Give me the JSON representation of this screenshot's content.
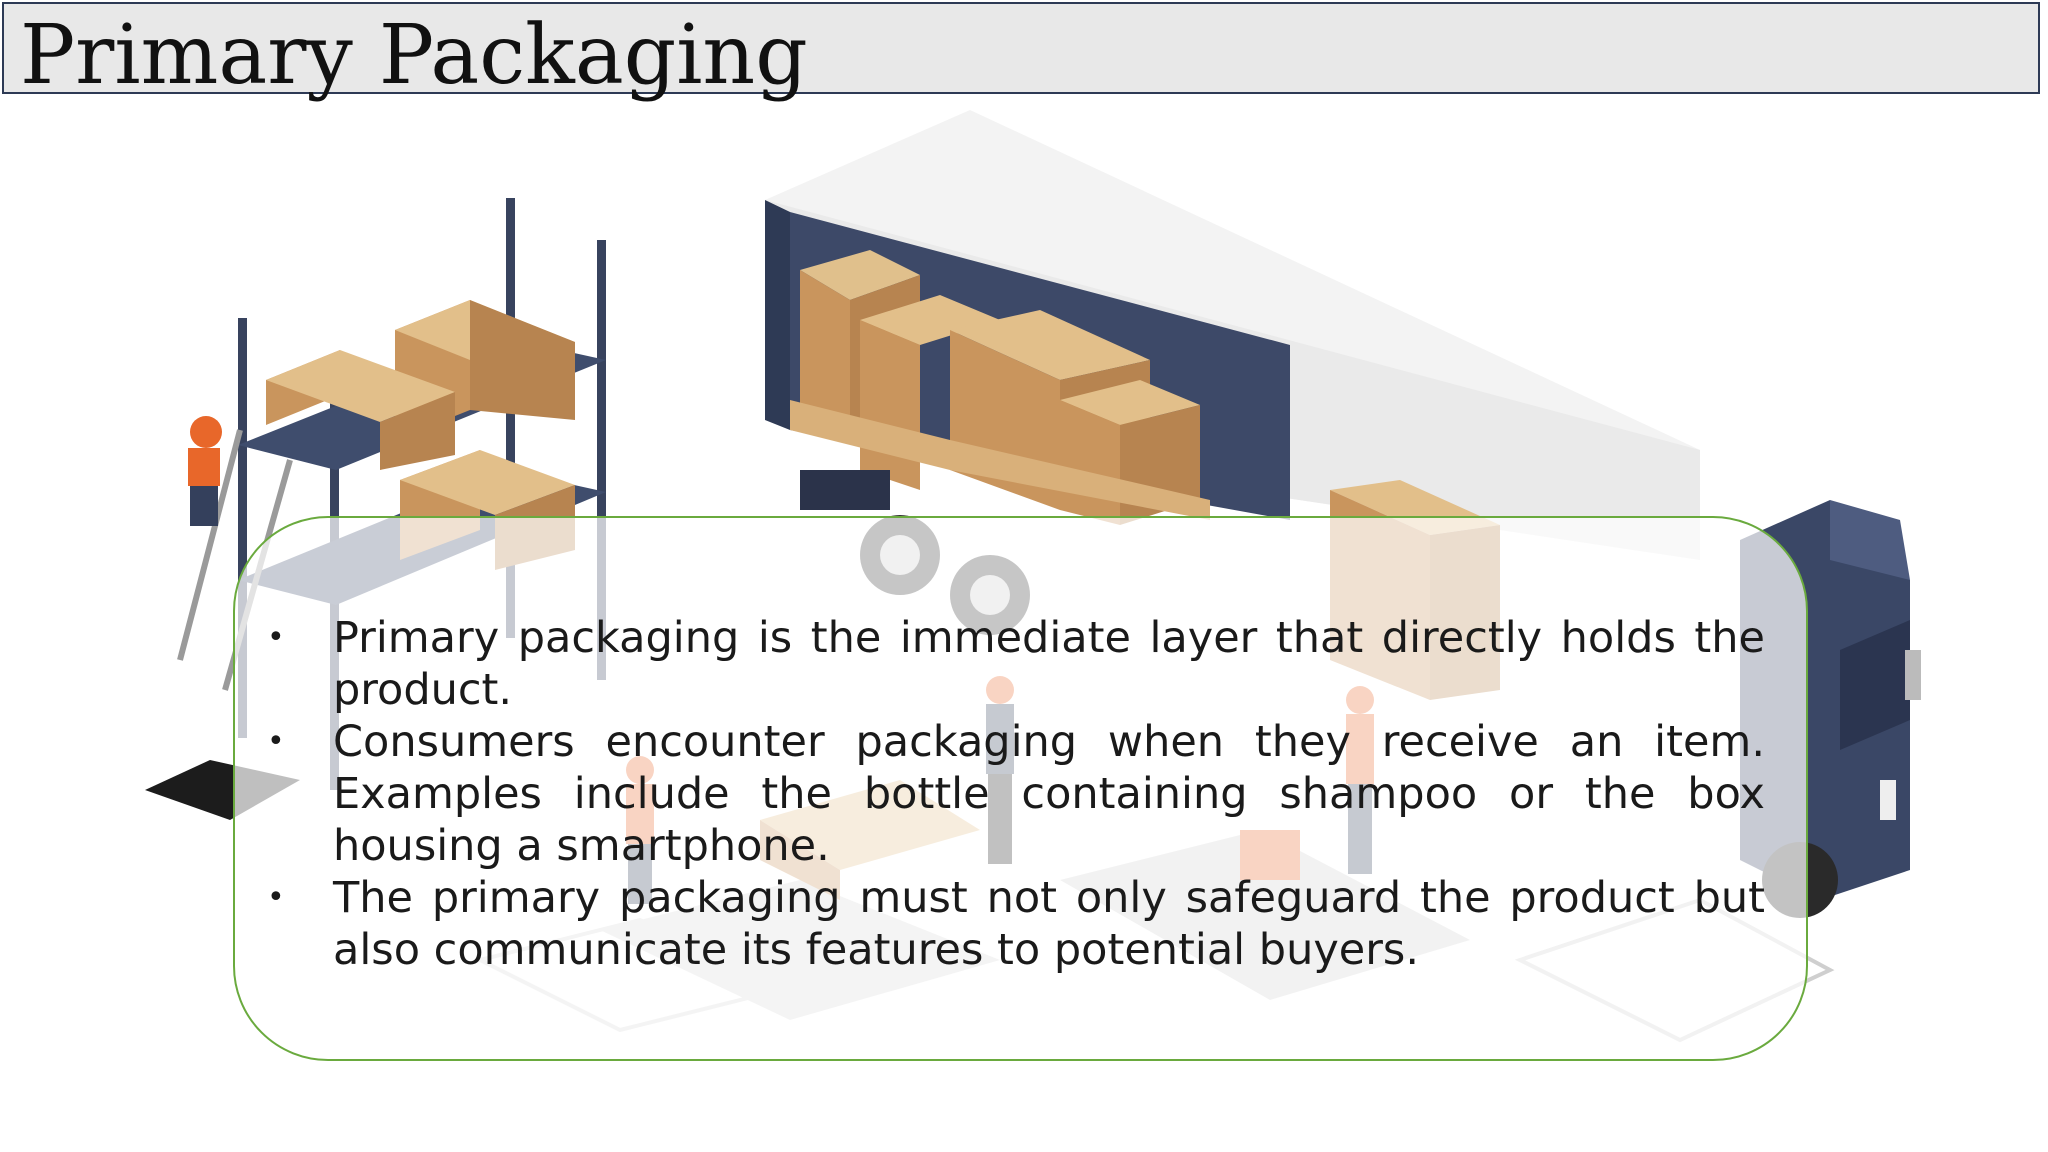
{
  "slide": {
    "title": "Primary Packaging",
    "bullets": [
      "Primary packaging is the immediate layer that directly holds the product.",
      "Consumers encounter packaging when they receive an item. Examples include the bottle containing shampoo or the box housing a smartphone.",
      "The primary packaging must not only safeguard the product but also communicate its features to potential buyers."
    ],
    "bullet_symbol": "•"
  },
  "colors": {
    "title_bar_bg": "#e8e8e8",
    "title_bar_border": "#2d3a55",
    "textbox_border": "#6aaa3e",
    "truck_cab": "#3a4766",
    "box_cardboard": "#d9b07a",
    "worker_orange": "#e8672a"
  },
  "illustration": {
    "icon": "warehouse-loading-truck-illustration"
  }
}
